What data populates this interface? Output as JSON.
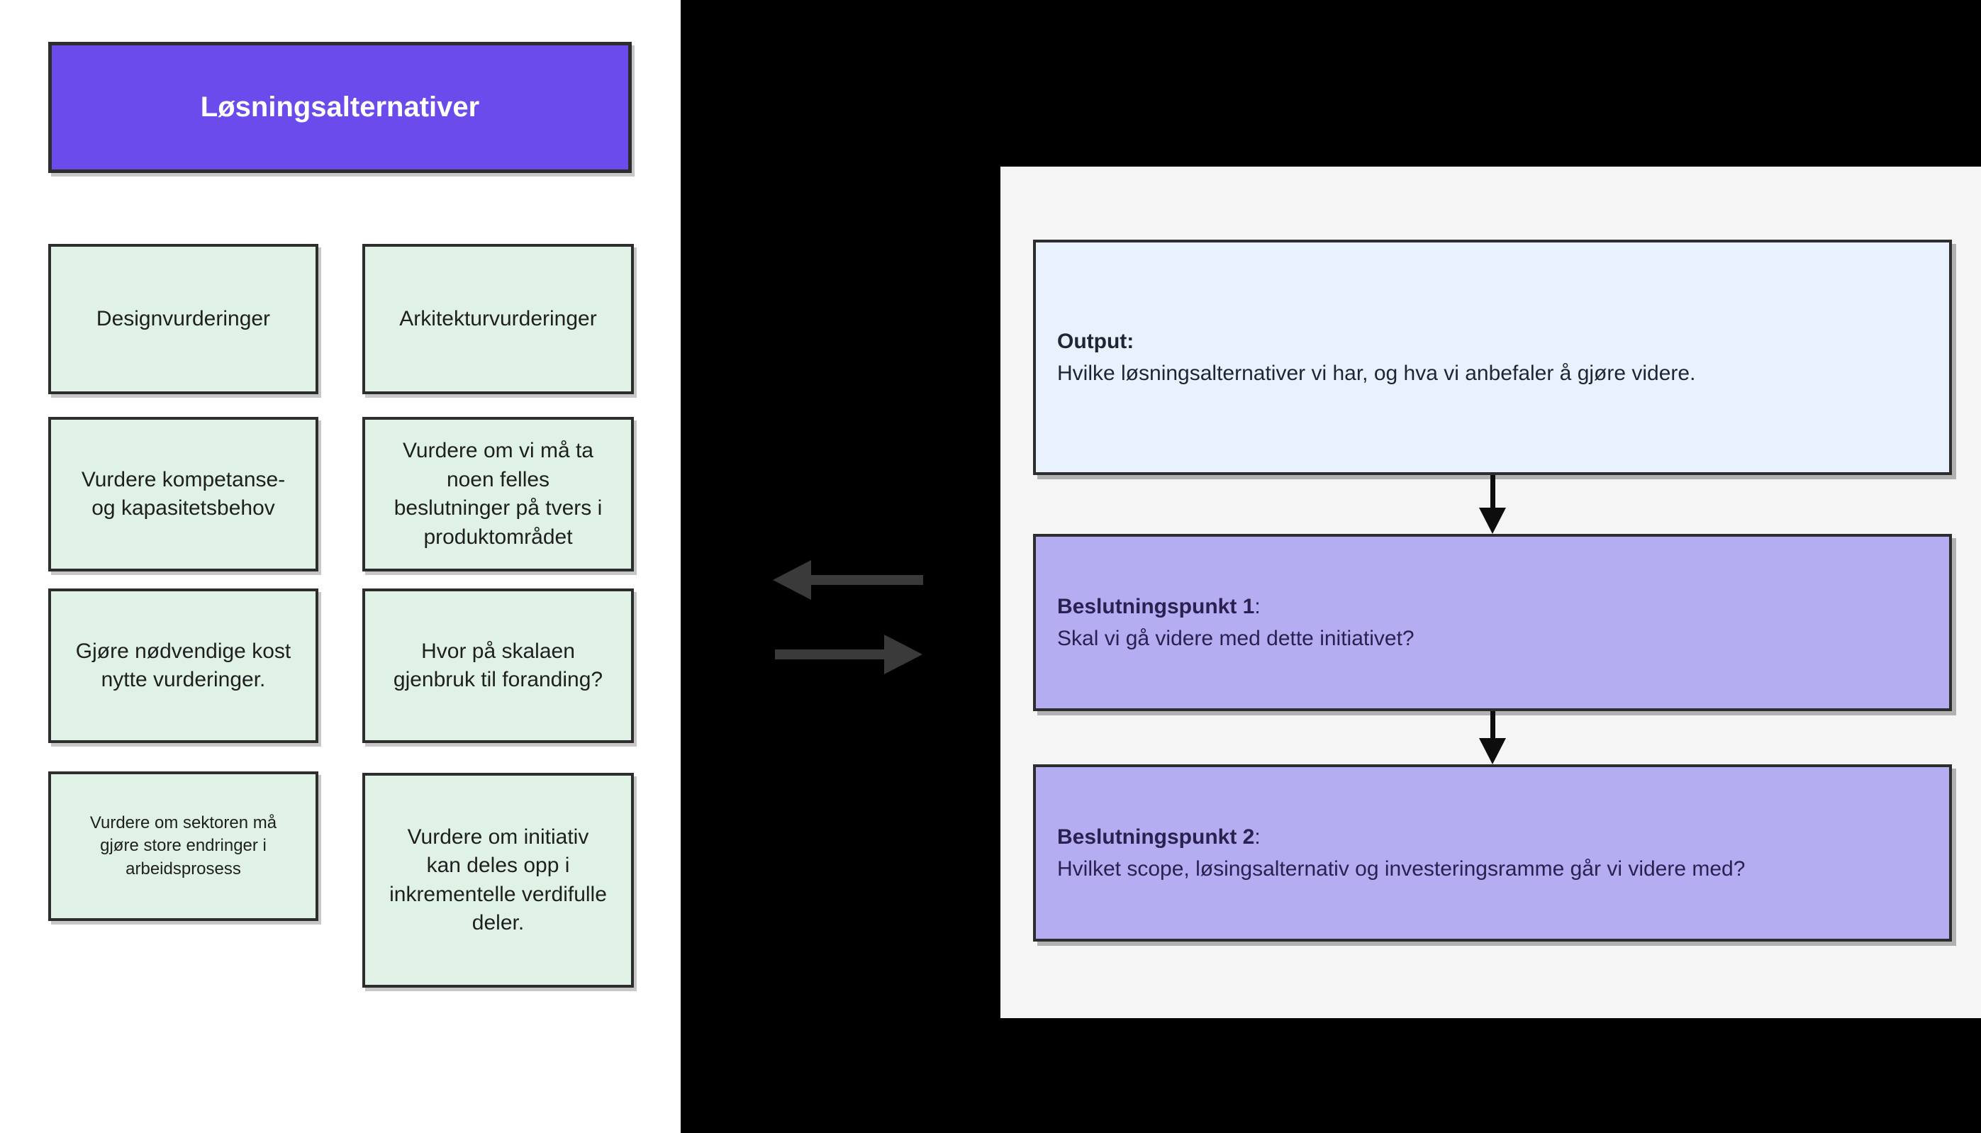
{
  "colors": {
    "purple_header": "#6B4BEC",
    "green_note": "#DFF2E5",
    "lavender": "#B4ADF2",
    "light_blue": "#E9F1FC",
    "panel_gray": "#F5F5F5",
    "border_dark": "#2D2D2D",
    "arrow_gray": "#3A3A3A",
    "down_arrow": "#0D0D0D",
    "text_dark": "#1F1F1F",
    "text_indigo": "#2A2150",
    "text_output": "#1C2733",
    "white": "#FFFFFF"
  },
  "left_panel": {
    "header": "Løsningsalternativer",
    "boxes": [
      {
        "text": "Designvurderinger"
      },
      {
        "text": "Arkitekturvurderinger"
      },
      {
        "text": "Vurdere kompetanse- og kapasitetsbehov"
      },
      {
        "text": "Vurdere om vi må ta noen felles beslutninger på tvers i produktområdet"
      },
      {
        "text": "Gjøre nødvendige kost nytte vurderinger."
      },
      {
        "text": "Hvor på skalaen gjenbruk til foranding?"
      },
      {
        "text": "Vurdere om sektoren må gjøre store endringer i arbeidsprosess"
      },
      {
        "text": "Vurdere om initiativ kan deles opp i inkrementelle verdifulle deler."
      }
    ]
  },
  "right_panel": {
    "output_box": {
      "label": "Output:",
      "body": "Hvilke løsningsalternativer vi har, og hva vi anbefaler å gjøre videre."
    },
    "decision1": {
      "label": "Beslutningspunkt 1",
      "suffix": ":",
      "body": "Skal vi gå videre med dette initiativet?"
    },
    "decision2": {
      "label": "Beslutningspunkt 2",
      "suffix": ":",
      "body": "Hvilket scope, løsingsalternativ og investeringsramme går vi videre med?"
    }
  },
  "icons": {
    "arrow_left": "←",
    "arrow_right": "→",
    "arrow_down": "↓"
  }
}
